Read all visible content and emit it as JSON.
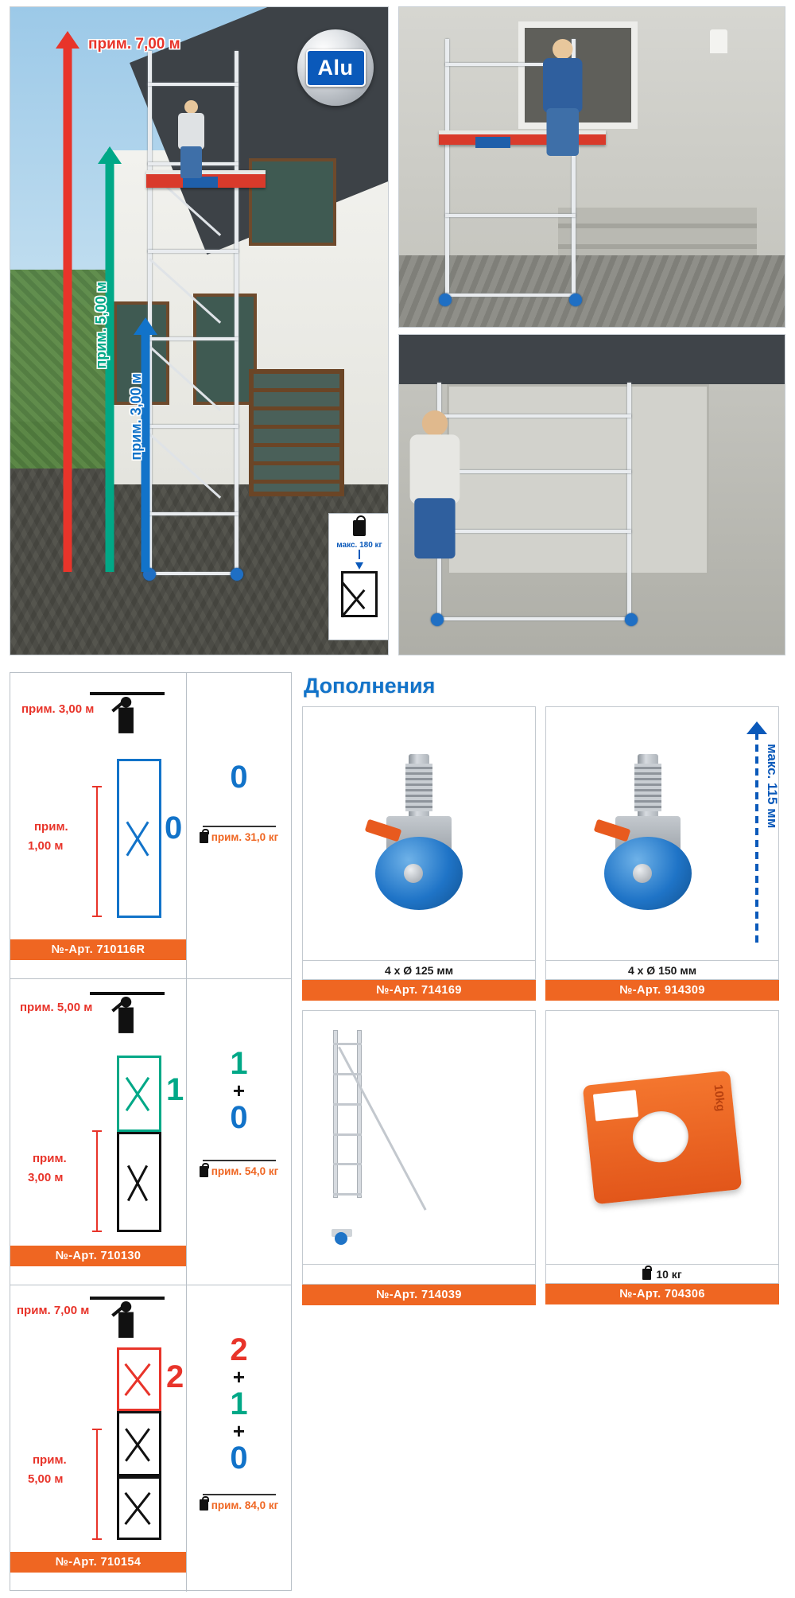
{
  "badge": {
    "alu_label": "Alu"
  },
  "hero": {
    "arrows": [
      {
        "id": "arrow-7m",
        "label": "прим. 7,00 м",
        "color": "#e8342a"
      },
      {
        "id": "arrow-5m",
        "label": "прим. 5,00 м",
        "color": "#00a887"
      },
      {
        "id": "arrow-3m",
        "label": "прим. 3,00 м",
        "color": "#1273c9"
      }
    ],
    "load_box": {
      "label": "макс. 180 кг",
      "color": "#0a59ba"
    }
  },
  "config_table": {
    "rows": [
      {
        "top_dim": "прим. 3,00 м",
        "section_dim_1": "прим.",
        "section_dim_2": "1,00 м",
        "unit_number": "0",
        "unit_color": "#1273c9",
        "counts": [
          {
            "value": "0",
            "color": "#1273c9"
          }
        ],
        "weight": "прим. 31,0 кг",
        "article": "№-Арт.  710116R"
      },
      {
        "top_dim": "прим. 5,00 м",
        "section_dim_1": "прим.",
        "section_dim_2": "3,00 м",
        "unit_number": "1",
        "unit_color": "#00a887",
        "counts": [
          {
            "value": "1",
            "color": "#00a887"
          },
          {
            "value": "0",
            "color": "#1273c9"
          }
        ],
        "weight": "прим. 54,0 кг",
        "article": "№-Арт.  710130"
      },
      {
        "top_dim": "прим. 7,00 м",
        "section_dim_1": "прим.",
        "section_dim_2": "5,00 м",
        "unit_number": "2",
        "unit_color": "#e8342a",
        "counts": [
          {
            "value": "2",
            "color": "#e8342a"
          },
          {
            "value": "1",
            "color": "#00a887"
          },
          {
            "value": "0",
            "color": "#1273c9"
          }
        ],
        "weight": "прим. 84,0 кг",
        "article": "№-Арт.  710154"
      }
    ],
    "plus_symbol": "+"
  },
  "accessories": {
    "title": "Дополнения",
    "items": [
      {
        "id": "castor-125",
        "caption": "4 x Ø 125 мм",
        "article": "№-Арт.  714169",
        "measure": ""
      },
      {
        "id": "castor-150",
        "caption": "4 x Ø 150 мм",
        "article": "№-Арт.  914309",
        "measure": "макс. 115 мм"
      },
      {
        "id": "stabilizer",
        "caption": "",
        "article": "№-Арт.  714039",
        "measure": ""
      },
      {
        "id": "ballast",
        "caption": "10 кг",
        "article": "№-Арт.  704306",
        "measure": ""
      }
    ]
  },
  "colors": {
    "orange": "#ef6622",
    "blue": "#1273c9",
    "green": "#00a887",
    "red": "#e8342a"
  }
}
